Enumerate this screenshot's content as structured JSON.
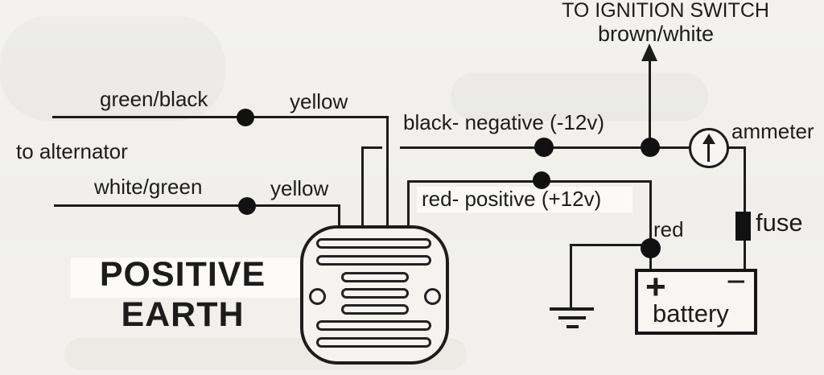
{
  "colors": {
    "background": "#f1f0ed",
    "ink": "#1c1c1c"
  },
  "labels": {
    "ignition_line1": "TO IGNITION SWITCH",
    "ignition_line2": "brown/white",
    "green_black": "green/black",
    "yellow_top": "yellow",
    "to_alternator": "to alternator",
    "white_green": "white/green",
    "yellow_bottom": "yellow",
    "black_negative": "black- negative (-12v)",
    "red_positive": "red- positive (+12v)",
    "red": "red",
    "ammeter": "ammeter",
    "fuse": "fuse",
    "battery": "battery",
    "battery_plus": "+",
    "battery_minus": "−",
    "title_line1": "POSITIVE",
    "title_line2": "EARTH"
  }
}
